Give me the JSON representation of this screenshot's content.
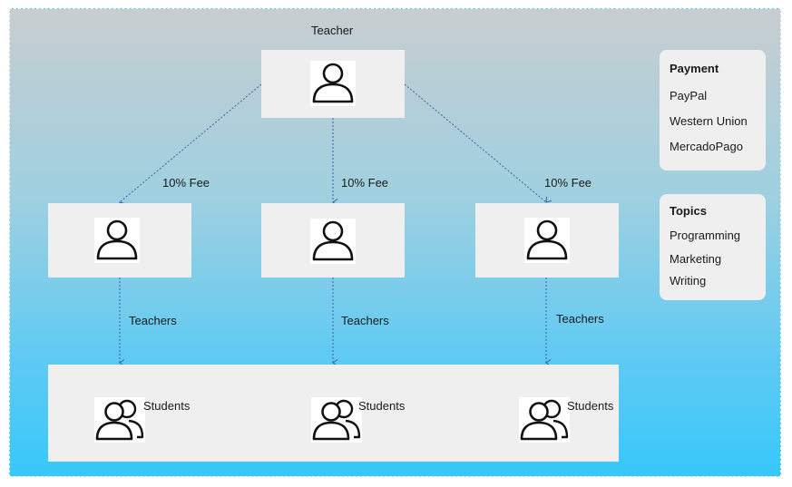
{
  "diagram": {
    "teacher_label": "Teacher",
    "fee_labels": [
      "10% Fee",
      "10% Fee",
      "10% Fee"
    ],
    "teachers_labels": [
      "Teachers",
      "Teachers",
      "Teachers"
    ],
    "students_labels": [
      "Students",
      "Students",
      "Students"
    ]
  },
  "payment": {
    "title": "Payment",
    "items": [
      "PayPal",
      "Western Union",
      "MercadoPago"
    ]
  },
  "topics": {
    "title": "Topics",
    "items": [
      "Programming",
      "Marketing",
      "Writing"
    ]
  },
  "colors": {
    "connector": "#3a5fa8",
    "box": "#efefef",
    "gradient_top": "#c8cdd0",
    "gradient_bottom": "#37c8fb"
  },
  "icons": {
    "person": "user-icon",
    "group": "users-icon"
  }
}
